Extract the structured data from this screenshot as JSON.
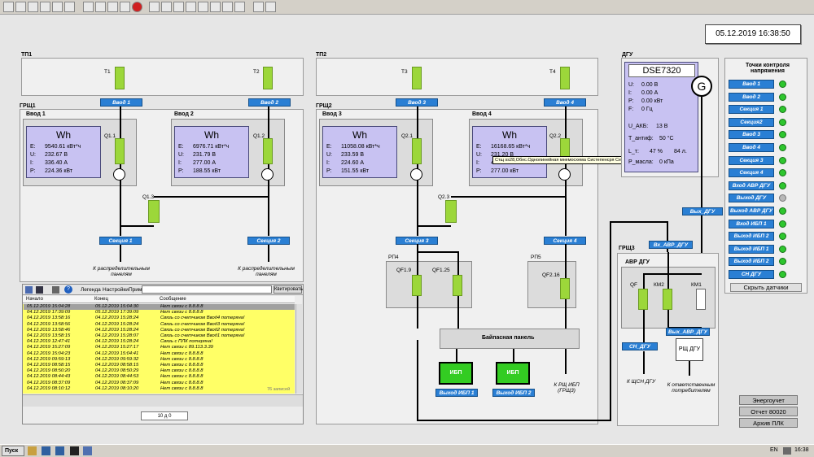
{
  "toolbar": {
    "icons": [
      "open-icon",
      "save-icon",
      "print-icon",
      "cut-icon",
      "copy-icon",
      "paste-icon",
      "home-icon",
      "favorites-icon",
      "back-icon",
      "forward-icon",
      "stop-icon",
      "help-icon",
      "settings-icon",
      "tool1-icon",
      "tool2-icon",
      "tool3-icon",
      "tool4-icon",
      "tool5-icon",
      "tool6-icon",
      "network-icon",
      "window-icon"
    ]
  },
  "datetime": "05.12.2019 16:38:50",
  "tp1": {
    "title": "ТП1",
    "t1": "T1",
    "t2": "T2",
    "vvod1": "Ввод 1",
    "vvod2": "Ввод 2"
  },
  "tp2": {
    "title": "ТП2",
    "t3": "T3",
    "t4": "T4",
    "vvod3": "Ввод 3",
    "vvod4": "Ввод 4"
  },
  "grsh1": {
    "title": "ГРЩ1",
    "in1": {
      "title": "Ввод 1",
      "hd": "Wh",
      "E": "9540.61 кВт*ч",
      "U": "232.67 В",
      "I": "336.40 А",
      "P": "224.36 кВт",
      "q": "Q1.1"
    },
    "in2": {
      "title": "Ввод 2",
      "hd": "Wh",
      "E": "6976.71 кВт*ч",
      "U": "231.79 В",
      "I": "277.00 А",
      "P": "188.55 кВт",
      "q": "Q1.2"
    },
    "q13": "Q1.3",
    "sec1": "Секция 1",
    "sec2": "Секция 2",
    "load1": "К распределительным панелям",
    "load2": "К распределительным панелям"
  },
  "grsh2": {
    "title": "ГРЩ2",
    "in3": {
      "title": "Ввод 3",
      "hd": "Wh",
      "E": "11058.08 кВт*ч",
      "U": "233.59 В",
      "I": "224.60 А",
      "P": "151.55 кВт",
      "q": "Q2.1"
    },
    "in4": {
      "title": "Ввод 4",
      "hd": "Wh",
      "E": "16168.65 кВт*ч",
      "U": "231.20 В",
      "I": "408.90 А",
      "P": "277.00 кВт",
      "q": "Q2.2"
    },
    "q23": "Q2.3",
    "sec3": "Секция 3",
    "sec4": "Секция 4",
    "rp4": "РП4",
    "rp5": "РП5",
    "qf19": "QF1.9",
    "qf125": "QF1.25",
    "qf216": "QF2.16",
    "bypass": "Байпасная панель",
    "ibp1": "ИБП",
    "ibp2": "ИБП",
    "ibp1out": "Выход ИБП 1",
    "ibp2out": "Выход ИБП 2",
    "rsh": "К РЩ ИБП (ГРЩ3)"
  },
  "tooltip": "Стщ ss28,Обнс.Однолинейная мнемосхема Систепенсря Секция 28 Секция 4",
  "dgu": {
    "title": "ДГУ",
    "model": "DSE7320",
    "U": "0.00 В",
    "I": "0.00 А",
    "P": "0.00 кВт",
    "F": "0 Гц",
    "uakb": "13 В",
    "tantifr": "50 °C",
    "lt": "47 %",
    "lt2": "84 л.",
    "pmasla": "0 кПа",
    "lu": "U:",
    "li": "I:",
    "lp": "P:",
    "lf": "F:",
    "luakb": "U_АКБ:",
    "lt_antifr": "T_антиф:",
    "llt": "L_т:",
    "lpm": "P_масла:",
    "g": "G",
    "out": "Вых_ДГУ"
  },
  "grsh3": {
    "title": "ГРЩ3",
    "avr": "АВР ДГУ",
    "qf": "QF",
    "km2": "КМ2",
    "km1": "КМ1",
    "vxavr": "Вх_АВР_ДГУ",
    "vyxavr": "Вых_АВР_ДГУ",
    "snout": "СН_ДГУ",
    "rshdgu": "РЩ ДГУ",
    "loadsn": "К ЩСН ДГУ",
    "loadresp": "К ответственным потребителям"
  },
  "right": {
    "title": "Точки контроля напряжения",
    "items": [
      {
        "l": "Ввод 1",
        "s": "ok"
      },
      {
        "l": "Ввод 2",
        "s": "ok"
      },
      {
        "l": "Секция 1",
        "s": "ok"
      },
      {
        "l": "Секция2",
        "s": "ok"
      },
      {
        "l": "Ввод 3",
        "s": "ok"
      },
      {
        "l": "Ввод 4",
        "s": "ok"
      },
      {
        "l": "Секция 3",
        "s": "ok"
      },
      {
        "l": "Секция 4",
        "s": "ok"
      },
      {
        "l": "Вход АВР ДГУ",
        "s": "ok"
      },
      {
        "l": "Выход ДГУ",
        "s": "off"
      },
      {
        "l": "Выход АВР ДГУ",
        "s": "ok"
      },
      {
        "l": "Вход ИБП 1",
        "s": "ok"
      },
      {
        "l": "Выход ИБП 2",
        "s": "ok"
      },
      {
        "l": "Выход ИБП 1",
        "s": "ok"
      },
      {
        "l": "Выход ИБП 2",
        "s": "ok"
      },
      {
        "l": "СН ДГУ",
        "s": "ok"
      }
    ],
    "hide": "Скрыть датчики"
  },
  "btns": {
    "energy": "Энергоучет",
    "report": "Отчет 80020",
    "archive": "Архив ПЛК"
  },
  "alarm": {
    "legend": "Легенда",
    "settings": "Настройки",
    "prim": "Прим",
    "ack": "Квитировать",
    "h1": "Начало",
    "h2": "Конец",
    "h3": "Сообщение",
    "count": "76 записей",
    "page": "10 д 0",
    "rows": [
      [
        "05.12.2019 15:04:28",
        "05.12.2019 15:04:30",
        "Нет связи с 8.8.8.8"
      ],
      [
        "04.12.2019 17:39:09",
        "05.12.2019 17:39:09",
        "Нет связи с 8.8.8.8"
      ],
      [
        "04.12.2019 13:58:16",
        "04.12.2019 15:28:24",
        "Связь со счетчиком Ввод4 потеряна!"
      ],
      [
        "04.12.2019 13:58:56",
        "04.12.2019 15:28:24",
        "Связь со счетчиком Ввод3 потеряна!"
      ],
      [
        "04.12.2019 13:58:46",
        "04.12.2019 15:28:24",
        "Связь со счетчиком Ввод2 потеряна!"
      ],
      [
        "04.12.2019 13:58:15",
        "04.12.2019 15:28:07",
        "Связь со счетчиком Ввод1 потеряна!"
      ],
      [
        "04.12.2019 12:47:41",
        "04.12.2019 15:28:24",
        "Связь с ПЛК потеряна!"
      ],
      [
        "04.12.2019 15:27:09",
        "04.12.2019 15:27:17",
        "Нет связи с 89.113.3.39"
      ],
      [
        "04.12.2019 15:04:23",
        "04.12.2019 15:04:41",
        "Нет связи с 8.8.8.8"
      ],
      [
        "04.12.2019 09:59:13",
        "04.12.2019 09:59:32",
        "Нет связи с 8.8.8.8"
      ],
      [
        "04.12.2019 08:58:15",
        "04.12.2019 08:58:15",
        "Нет связи с 8.8.8.8"
      ],
      [
        "04.12.2019 08:50:20",
        "04.12.2019 08:50:29",
        "Нет связи с 8.8.8.8"
      ],
      [
        "04.12.2019 08:44:43",
        "04.12.2019 08:44:53",
        "Нет связи с 8.8.8.8"
      ],
      [
        "04.12.2019 08:37:09",
        "04.12.2019 08:37:09",
        "Нет связи с 8.8.8.8"
      ],
      [
        "04.12.2019 08:10:12",
        "04.12.2019 08:10:20",
        "Нет связи с 8.8.8.8"
      ]
    ]
  },
  "taskbar": {
    "start": "Пуск",
    "lang": "EN",
    "time": "16:38"
  }
}
